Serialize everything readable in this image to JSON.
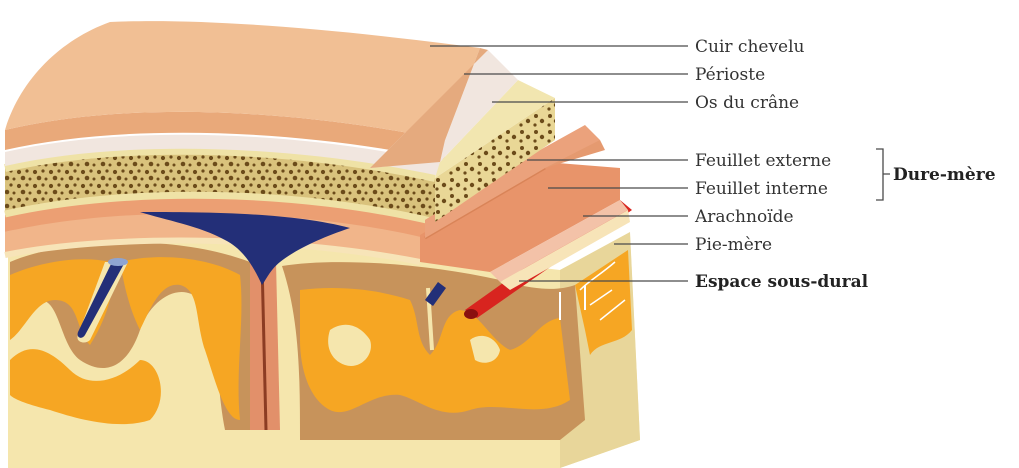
{
  "labels": {
    "scalp": "Cuir chevelu",
    "periosteum": "Périoste",
    "skull": "Os du crâne",
    "outer_layer": "Feuillet externe",
    "inner_layer": "Feuillet interne",
    "dura_mater": "Dure-mère",
    "arachnoid": "Arachnoïde",
    "pia_mater": "Pie-mère",
    "subdural_space": "Espace sous-dural"
  },
  "colors": {
    "scalp": "#f1bf94",
    "periosteum": "#f1e6df",
    "bone": "#f3e7b4",
    "bone_pores": "#7a5a20",
    "dura_outer": "#e9a57c",
    "dura_inner": "#e0956a",
    "venous_sinus": "#232f78",
    "artery": "#d8241f",
    "cortex": "#f6a623",
    "white_matter": "#f5e6ad",
    "gray_matter": "#c7935b"
  }
}
